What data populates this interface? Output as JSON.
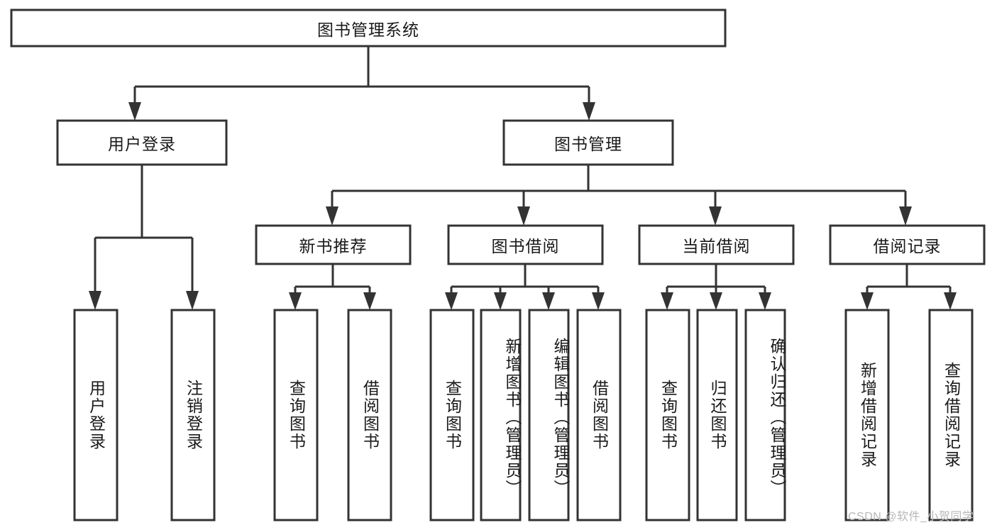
{
  "diagram": {
    "type": "tree-hierarchy",
    "title": "图书管理系统",
    "watermark": "CSDN @软件_小贺同学",
    "colors": {
      "stroke": "#333333",
      "fill": "#ffffff",
      "text": "#1a1a1a",
      "watermark": "#b8b8b8"
    },
    "levels": [
      {
        "level": 1,
        "nodes": [
          {
            "id": "root",
            "label": "图书管理系统",
            "orientation": "horizontal"
          }
        ]
      },
      {
        "level": 2,
        "nodes": [
          {
            "id": "user-login",
            "label": "用户登录",
            "orientation": "horizontal",
            "parent": "root"
          },
          {
            "id": "book-manage",
            "label": "图书管理",
            "orientation": "horizontal",
            "parent": "root"
          }
        ]
      },
      {
        "level": 3,
        "nodes": [
          {
            "id": "new-book-rec",
            "label": "新书推荐",
            "orientation": "horizontal",
            "parent": "book-manage"
          },
          {
            "id": "book-borrow",
            "label": "图书借阅",
            "orientation": "horizontal",
            "parent": "book-manage"
          },
          {
            "id": "current-borrow",
            "label": "当前借阅",
            "orientation": "horizontal",
            "parent": "book-manage"
          },
          {
            "id": "borrow-record",
            "label": "借阅记录",
            "orientation": "horizontal",
            "parent": "book-manage"
          }
        ]
      },
      {
        "level": 4,
        "nodes": [
          {
            "id": "leaf-user-login",
            "label": "用户登录",
            "orientation": "vertical",
            "parent": "user-login"
          },
          {
            "id": "leaf-logout",
            "label": "注销登录",
            "orientation": "vertical",
            "parent": "user-login"
          },
          {
            "id": "leaf-query-book-1",
            "label": "查询图书",
            "orientation": "vertical",
            "parent": "new-book-rec"
          },
          {
            "id": "leaf-borrow-book-1",
            "label": "借阅图书",
            "orientation": "vertical",
            "parent": "new-book-rec"
          },
          {
            "id": "leaf-query-book-2",
            "label": "查询图书",
            "orientation": "vertical",
            "parent": "book-borrow"
          },
          {
            "id": "leaf-add-book",
            "label": "新增图书（管理员）",
            "orientation": "vertical",
            "parent": "book-borrow"
          },
          {
            "id": "leaf-edit-book",
            "label": "编辑图书（管理员）",
            "orientation": "vertical",
            "parent": "book-borrow"
          },
          {
            "id": "leaf-borrow-book-2",
            "label": "借阅图书",
            "orientation": "vertical",
            "parent": "book-borrow"
          },
          {
            "id": "leaf-query-book-3",
            "label": "查询图书",
            "orientation": "vertical",
            "parent": "current-borrow"
          },
          {
            "id": "leaf-return-book",
            "label": "归还图书",
            "orientation": "vertical",
            "parent": "current-borrow"
          },
          {
            "id": "leaf-confirm-return",
            "label": "确认归还（管理员）",
            "orientation": "vertical",
            "parent": "current-borrow"
          },
          {
            "id": "leaf-add-record",
            "label": "新增借阅记录",
            "orientation": "vertical",
            "parent": "borrow-record"
          },
          {
            "id": "leaf-query-record",
            "label": "查询借阅记录",
            "orientation": "vertical",
            "parent": "borrow-record"
          }
        ]
      }
    ]
  }
}
